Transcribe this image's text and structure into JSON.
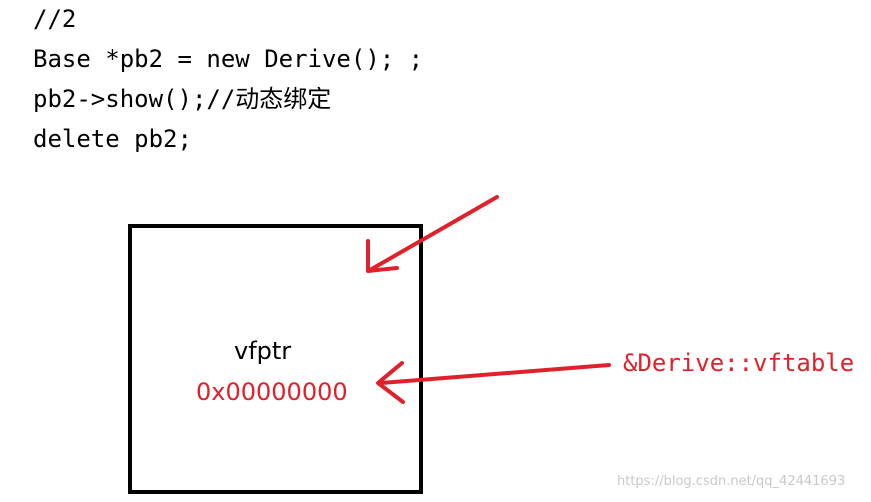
{
  "code": {
    "lines": [
      "//2",
      "Base *pb2 = new Derive(); ;",
      "pb2->show();//动态绑定",
      "delete pb2;"
    ]
  },
  "diagram": {
    "field_label": "vfptr",
    "field_value": "0x00000000",
    "vtable_label": "&Derive::vftable",
    "watermark": "https://blog.csdn.net/qq_42441693"
  },
  "colors": {
    "annotation": "#e0202a",
    "box_border": "#000000"
  }
}
